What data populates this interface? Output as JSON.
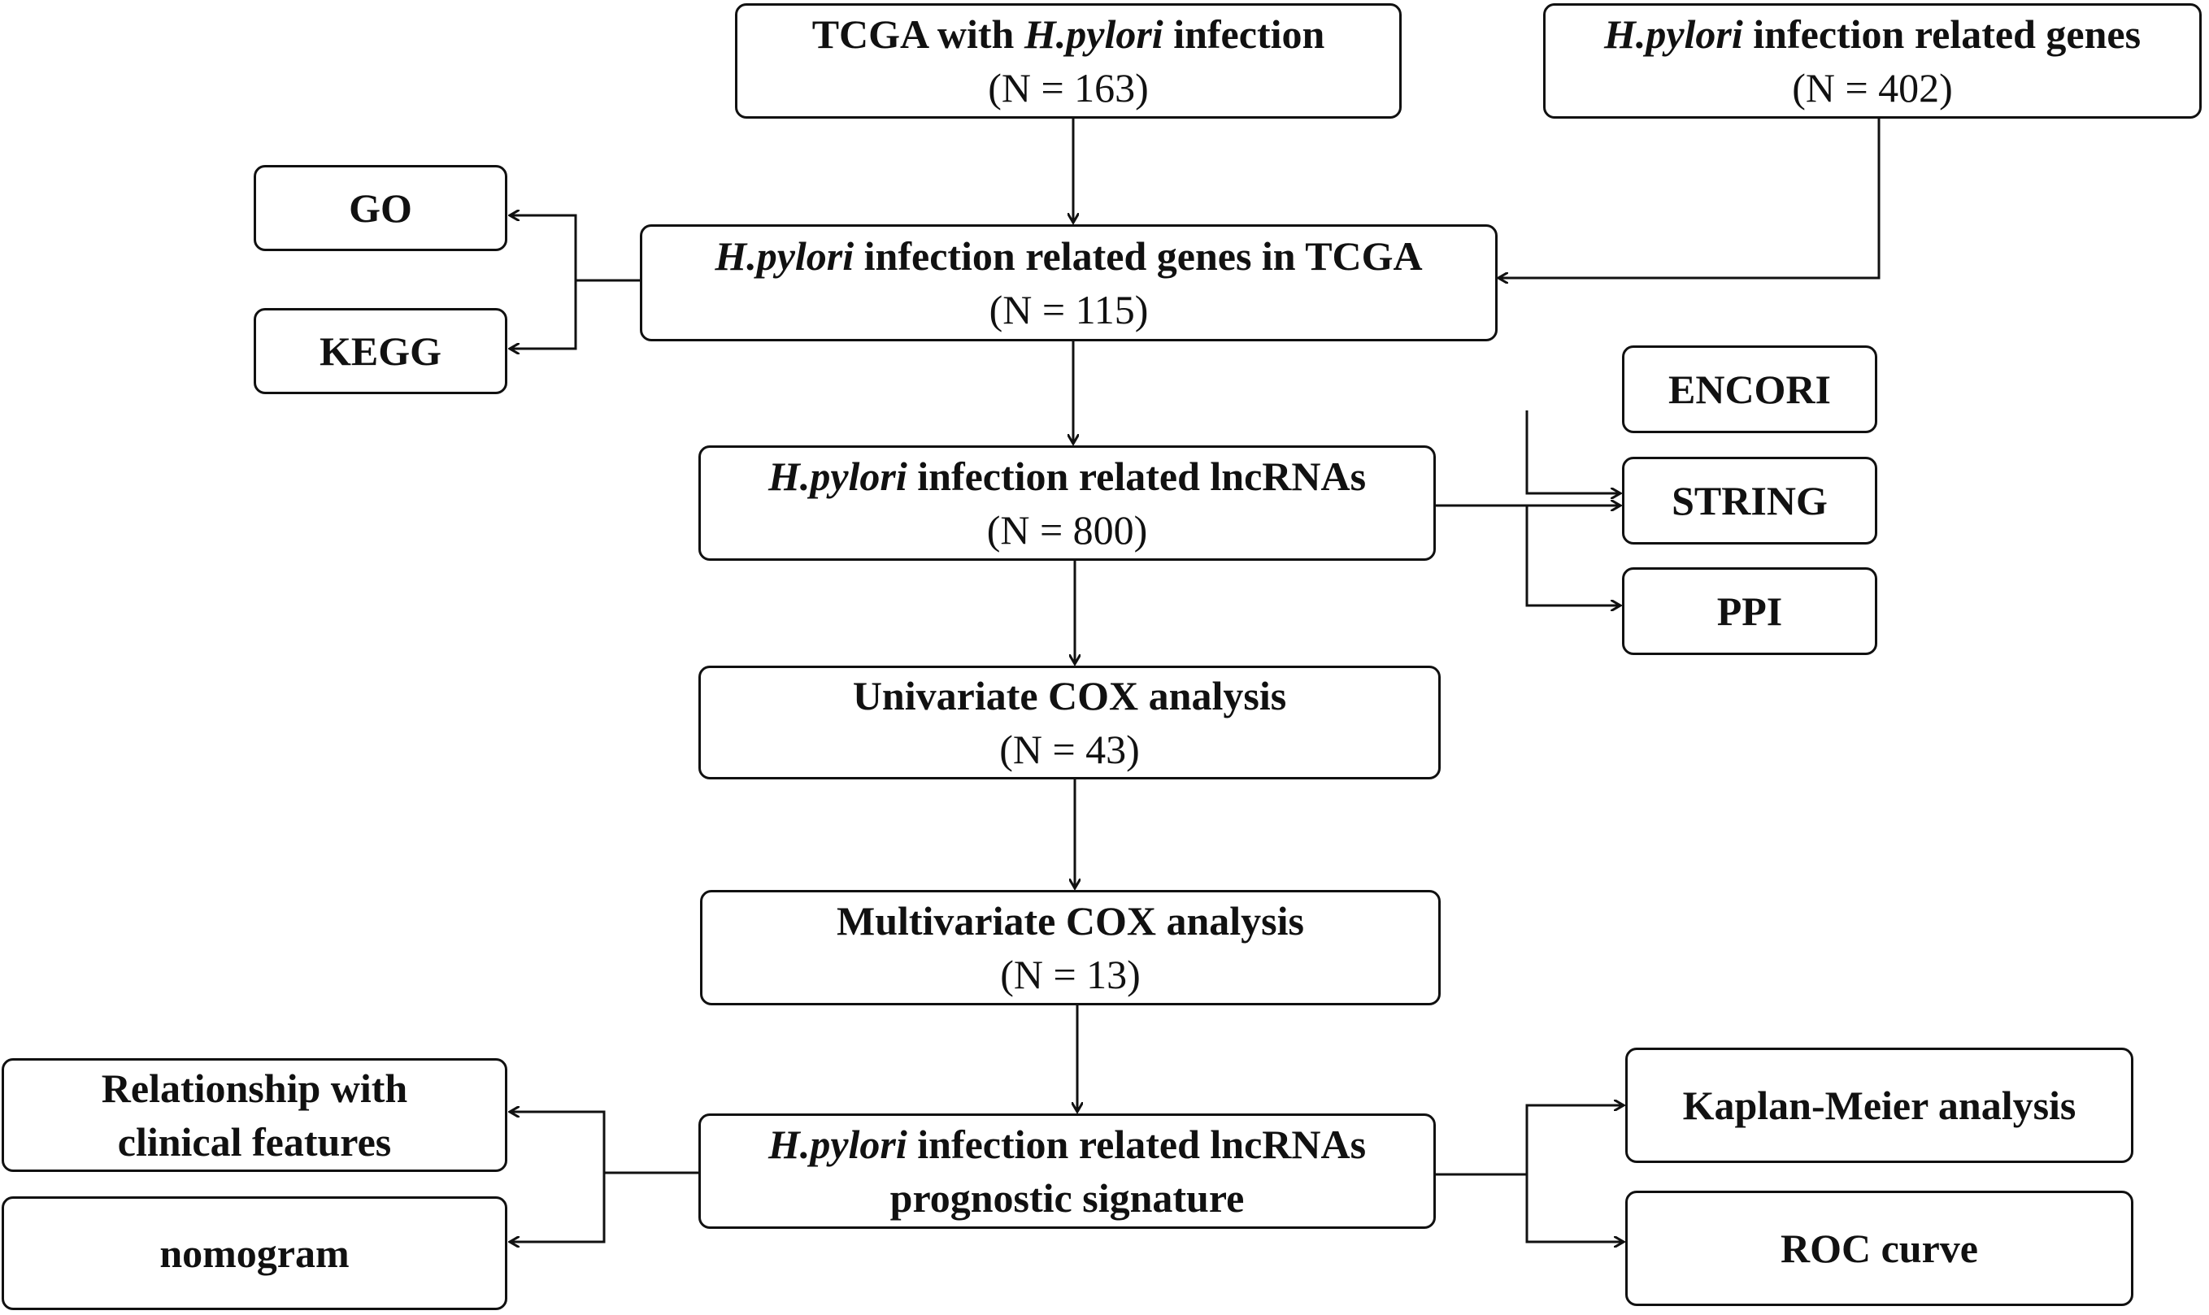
{
  "nodes": {
    "tcga": {
      "organism": "H.pylori",
      "prefix": "TCGA with ",
      "suffix": " infection",
      "count": "(N = 163)"
    },
    "genes": {
      "organism": "H.pylori",
      "suffix": " infection related genes",
      "count": "(N = 402)"
    },
    "genes_tcga": {
      "organism": "H.pylori",
      "suffix": " infection related genes in TCGA",
      "count": "(N = 115)"
    },
    "go": {
      "label": "GO"
    },
    "kegg": {
      "label": "KEGG"
    },
    "lncrnas": {
      "organism": "H.pylori",
      "suffix": " infection related lncRNAs",
      "count": "(N = 800)"
    },
    "encori": {
      "label": "ENCORI"
    },
    "string": {
      "label": "STRING"
    },
    "ppi": {
      "label": "PPI"
    },
    "univariate": {
      "label": "Univariate COX analysis",
      "count": "(N = 43)"
    },
    "multivariate": {
      "label": "Multivariate COX analysis",
      "count": "(N = 13)"
    },
    "signature": {
      "organism": "H.pylori",
      "suffix": " infection related lncRNAs",
      "line2": "prognostic signature"
    },
    "clinical": {
      "line1": "Relationship with",
      "line2": "clinical features"
    },
    "nomogram": {
      "label": "nomogram"
    },
    "kaplan": {
      "label": "Kaplan-Meier analysis"
    },
    "roc": {
      "label": "ROC curve"
    }
  },
  "colors": {
    "stroke": "#111111",
    "box_fill": "#ffffff",
    "text": "#111111"
  }
}
